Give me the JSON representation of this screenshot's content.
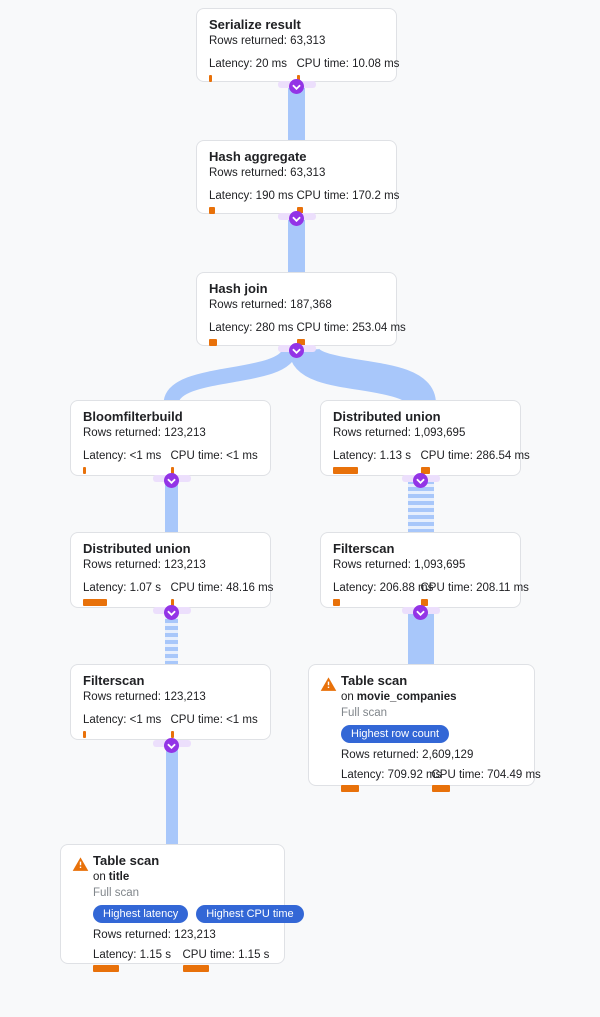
{
  "colors": {
    "background": "#f8f9fa",
    "card_border": "#dfe1e5",
    "edge_blue": "#a8c7fa",
    "marker_purple": "#9334e6",
    "metric_bar_orange": "#e8710a",
    "badge_blue": "#3367d6",
    "warning_orange": "#e8710a",
    "muted_text": "#80868b"
  },
  "nodes": [
    {
      "title": "Serialize result",
      "rows": "Rows returned: 63,313",
      "latency": "Latency: 20 ms",
      "cpu": "CPU time: 10.08 ms",
      "latency_bar": 3,
      "cpu_bar": 3
    },
    {
      "title": "Hash aggregate",
      "rows": "Rows returned: 63,313",
      "latency": "Latency: 190 ms",
      "cpu": "CPU time: 170.2 ms",
      "latency_bar": 6,
      "cpu_bar": 6
    },
    {
      "title": "Hash join",
      "rows": "Rows returned: 187,368",
      "latency": "Latency: 280 ms",
      "cpu": "CPU time: 253.04 ms",
      "latency_bar": 8,
      "cpu_bar": 8
    },
    {
      "title": "Bloomfilterbuild",
      "rows": "Rows returned: 123,213",
      "latency": "Latency: <1 ms",
      "cpu": "CPU time: <1 ms",
      "latency_bar": 3,
      "cpu_bar": 3
    },
    {
      "title": "Distributed union",
      "rows": "Rows returned: 1,093,695",
      "latency": "Latency: 1.13 s",
      "cpu": "CPU time: 286.54 ms",
      "latency_bar": 25,
      "cpu_bar": 9
    },
    {
      "title": "Distributed union",
      "rows": "Rows returned: 123,213",
      "latency": "Latency: 1.07 s",
      "cpu": "CPU time: 48.16 ms",
      "latency_bar": 24,
      "cpu_bar": 3
    },
    {
      "title": "Filterscan",
      "rows": "Rows returned: 1,093,695",
      "latency": "Latency: 206.88 ms",
      "cpu": "CPU time: 208.11 ms",
      "latency_bar": 7,
      "cpu_bar": 7
    },
    {
      "title": "Filterscan",
      "rows": "Rows returned: 123,213",
      "latency": "Latency: <1 ms",
      "cpu": "CPU time: <1 ms",
      "latency_bar": 3,
      "cpu_bar": 3
    },
    {
      "title": "Table scan",
      "on_prefix": "on",
      "table": "movie_companies",
      "scan_type": "Full scan",
      "badges": [
        "Highest row count"
      ],
      "rows": "Rows returned: 2,609,129",
      "latency": "Latency: 709.92 ms",
      "cpu": "CPU time: 704.49 ms",
      "latency_bar": 18,
      "cpu_bar": 18
    },
    {
      "title": "Table scan",
      "on_prefix": "on",
      "table": "title",
      "scan_type": "Full scan",
      "badges": [
        "Highest latency",
        "Highest CPU time"
      ],
      "rows": "Rows returned: 123,213",
      "latency": "Latency: 1.15 s",
      "cpu": "CPU time: 1.15 s",
      "latency_bar": 26,
      "cpu_bar": 26
    }
  ]
}
